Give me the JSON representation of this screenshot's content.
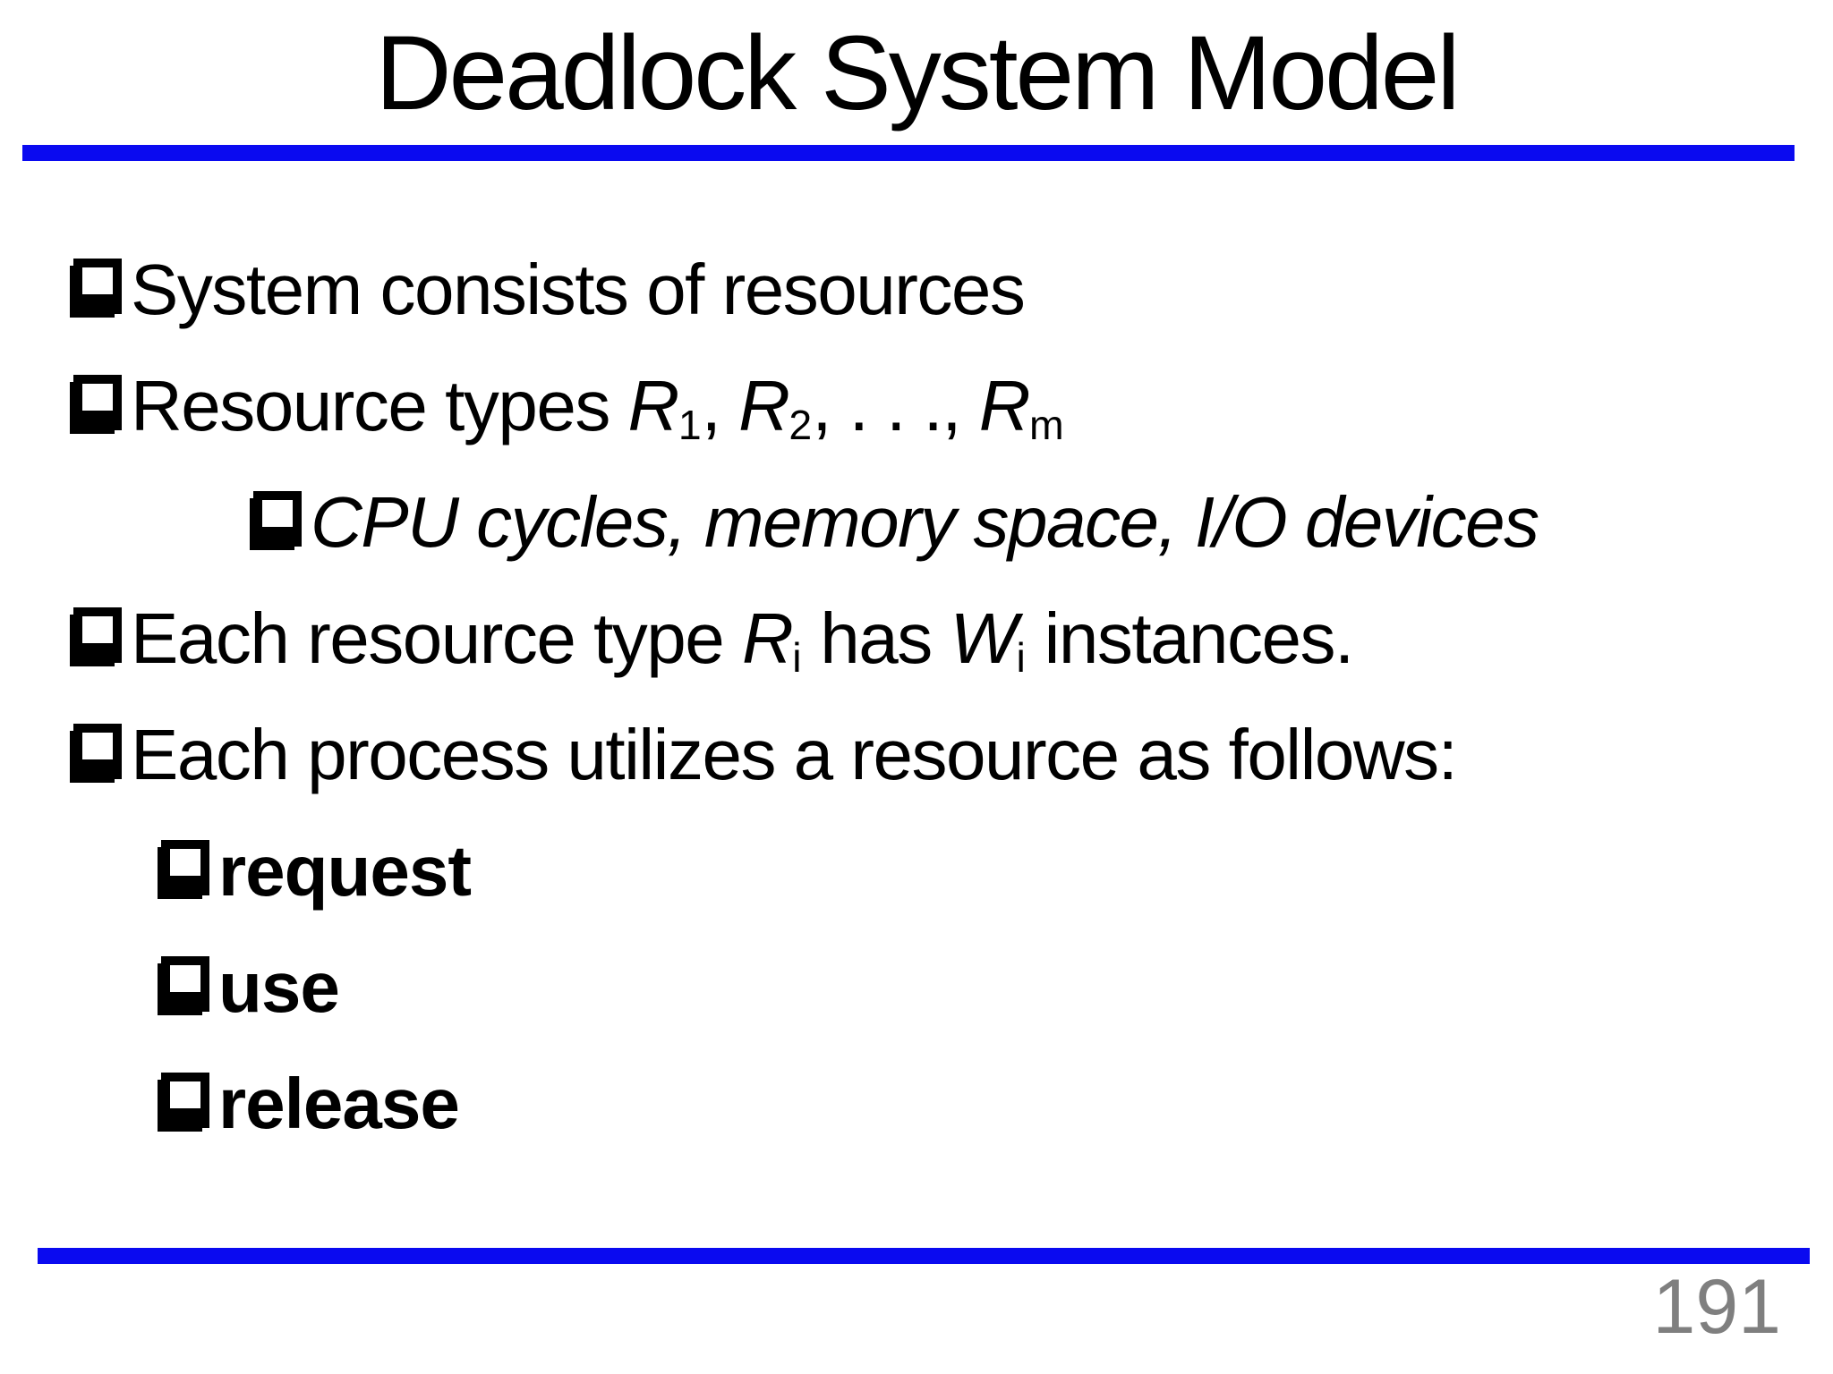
{
  "slide": {
    "title": "Deadlock System Model",
    "page_number": "191",
    "colors": {
      "accent_line": "#0a0af0",
      "page_number_gray": "#7f7f7f",
      "text": "#000000",
      "background": "#ffffff"
    },
    "bullets": [
      {
        "level": 1,
        "segments": [
          {
            "t": "System consists of resources"
          }
        ]
      },
      {
        "level": 1,
        "segments": [
          {
            "t": "Resource types "
          },
          {
            "t": "R",
            "i": true
          },
          {
            "t": "1",
            "sub": true
          },
          {
            "t": ", "
          },
          {
            "t": "R",
            "i": true
          },
          {
            "t": "2",
            "sub": true
          },
          {
            "t": ", . . ., "
          },
          {
            "t": "R",
            "i": true
          },
          {
            "t": "m",
            "sub": true
          }
        ]
      },
      {
        "level": 3,
        "segments": [
          {
            "t": "CPU cycles, memory space, I/O devices",
            "i": true
          }
        ]
      },
      {
        "level": 1,
        "segments": [
          {
            "t": "Each resource type "
          },
          {
            "t": "R",
            "i": true
          },
          {
            "t": "i",
            "sub": true
          },
          {
            "t": " has "
          },
          {
            "t": "W",
            "i": true
          },
          {
            "t": "i",
            "sub": true
          },
          {
            "t": " instances."
          }
        ]
      },
      {
        "level": 1,
        "segments": [
          {
            "t": "Each process utilizes a resource as follows:"
          }
        ]
      },
      {
        "level": 2,
        "segments": [
          {
            "t": "request",
            "b": true
          }
        ]
      },
      {
        "level": 2,
        "segments": [
          {
            "t": "use",
            "b": true
          }
        ]
      },
      {
        "level": 2,
        "segments": [
          {
            "t": "release",
            "b": true
          }
        ]
      }
    ]
  }
}
